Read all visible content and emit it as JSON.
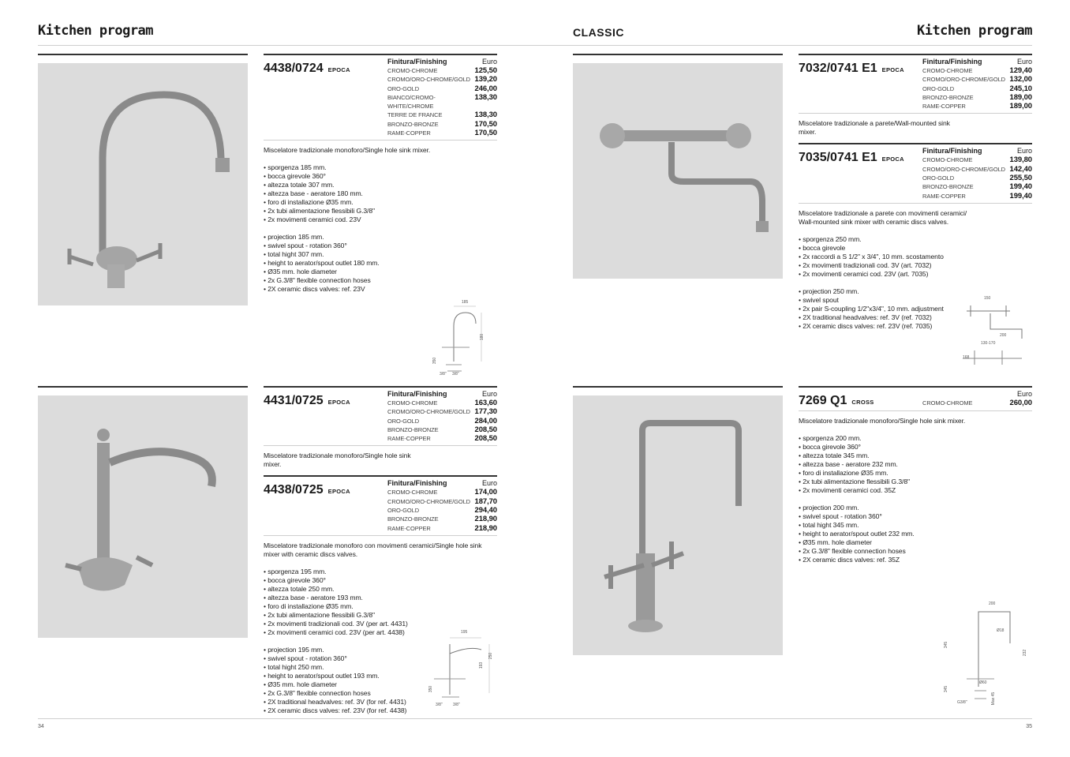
{
  "header": {
    "left_title": "Kitchen program",
    "brand": "CLASSIC",
    "right_title": "Kitchen program"
  },
  "footer": {
    "left_page": "34",
    "right_page": "35"
  },
  "table_headers": {
    "finish": "Finitura/Finishing",
    "currency": "Euro"
  },
  "columns": [
    [
      {
        "code": "4438/0724",
        "line": "EPOCA",
        "finishes": [
          [
            "CROMO-CHROME",
            "125,50"
          ],
          [
            "CROMO/ORO-CHROME/GOLD",
            "139,20"
          ],
          [
            "ORO-GOLD",
            "246,00"
          ],
          [
            "BIANCO/CROMO-WHITE/CHROME",
            "138,30"
          ],
          [
            "TERRE DE FRANCE",
            "138,30"
          ],
          [
            "BRONZO-BRONZE",
            "170,50"
          ],
          [
            "RAME-COPPER",
            "170,50"
          ]
        ],
        "description": [
          [
            "Miscelatore tradizionale monoforo/Single hole sink mixer."
          ],
          [
            "• sporgenza 185 mm.",
            "• bocca girevole 360°",
            "• altezza totale 307 mm.",
            "• altezza base - aeratore 180 mm.",
            "• foro di installazione Ø35 mm.",
            "• 2x tubi alimentazione flessibili G.3/8\"",
            "• 2x movimenti ceramici cod. 23V"
          ],
          [
            "• projection 185 mm.",
            "• swivel spout - rotation 360°",
            "• total hight 307  mm.",
            "• height to aerator/spout outlet 180 mm.",
            "• Ø35 mm. hole diameter",
            "• 2x G.3/8\" flexible connection hoses",
            "• 2X ceramic discs valves: ref. 23V"
          ]
        ]
      }
    ],
    [
      {
        "code": "4431/0725",
        "line": "EPOCA",
        "finishes": [
          [
            "CROMO-CHROME",
            "163,60"
          ],
          [
            "CROMO/ORO-CHROME/GOLD",
            "177,30"
          ],
          [
            "ORO-GOLD",
            "284,00"
          ],
          [
            "BRONZO-BRONZE",
            "208,50"
          ],
          [
            "RAME-COPPER",
            "208,50"
          ]
        ],
        "description": [
          [
            "Miscelatore tradizionale monoforo/Single hole sink mixer."
          ]
        ]
      },
      {
        "code": "4438/0725",
        "line": "EPOCA",
        "finishes": [
          [
            "CROMO-CHROME",
            "174,00"
          ],
          [
            "CROMO/ORO-CHROME/GOLD",
            "187,70"
          ],
          [
            "ORO-GOLD",
            "294,40"
          ],
          [
            "BRONZO-BRONZE",
            "218,90"
          ],
          [
            "RAME-COPPER",
            "218,90"
          ]
        ],
        "description": [
          [
            "Miscelatore tradizionale monoforo con movimenti ceramici/Single hole sink mixer with ceramic discs valves."
          ],
          [
            "• sporgenza 195 mm.",
            "• bocca girevole 360°",
            "• altezza totale 250 mm.",
            "• altezza base - aeratore 193 mm.",
            "• foro di installazione Ø35 mm.",
            "• 2x tubi alimentazione flessibili G.3/8\"",
            "• 2x movimenti tradizionali cod. 3V (per art. 4431)",
            "• 2x movimenti ceramici cod. 23V (per art. 4438)"
          ],
          [
            "• projection 195 mm.",
            "• swivel spout - rotation 360°",
            "• total hight 250 mm.",
            "• height to aerator/spout outlet 193 mm.",
            "• Ø35 mm. hole diameter",
            "• 2x G.3/8\" flexible connection hoses",
            "• 2X traditional headvalves: ref. 3V (for ref. 4431)",
            "• 2X ceramic discs valves: ref. 23V (for ref. 4438)"
          ]
        ]
      }
    ],
    [
      {
        "code": "7032/0741 E1",
        "line": "EPOCA",
        "finishes": [
          [
            "CROMO-CHROME",
            "129,40"
          ],
          [
            "CROMO/ORO-CHROME/GOLD",
            "132,00"
          ],
          [
            "ORO-GOLD",
            "245,10"
          ],
          [
            "BRONZO-BRONZE",
            "189,00"
          ],
          [
            "RAME-COPPER",
            "189,00"
          ]
        ],
        "description": [
          [
            "Miscelatore tradizionale a parete/Wall-mounted sink mixer."
          ]
        ]
      },
      {
        "code": "7035/0741 E1",
        "line": "EPOCA",
        "finishes": [
          [
            "CROMO-CHROME",
            "139,80"
          ],
          [
            "CROMO/ORO-CHROME/GOLD",
            "142,40"
          ],
          [
            "ORO-GOLD",
            "255,50"
          ],
          [
            "BRONZO-BRONZE",
            "199,40"
          ],
          [
            "RAME-COPPER",
            "199,40"
          ]
        ],
        "description": [
          [
            "Miscelatore tradizionale a parete con movimenti ceramici/",
            "Wall-mounted sink mixer with ceramic discs valves."
          ],
          [
            "• sporgenza 250 mm.",
            "• bocca girevole",
            "• 2x raccordi a S 1/2\" x 3/4\", 10 mm. scostamento",
            "• 2x movimenti tradizionali cod. 3V (art. 7032)",
            "• 2x movimenti ceramici cod. 23V (art. 7035)"
          ],
          [
            "• projection 250 mm.",
            "• swivel spout",
            "• 2x pair S-coupling 1/2\"x3/4\", 10 mm. adjustment",
            "• 2X traditional headvalves: ref. 3V (ref. 7032)",
            "• 2X ceramic discs valves: ref. 23V (ref. 7035)"
          ]
        ]
      }
    ],
    [
      {
        "code": "7269 Q1",
        "line": "CROSS",
        "inline": true,
        "finishes": [
          [
            "CROMO-CHROME",
            "260,00"
          ]
        ],
        "description": [
          [
            "Miscelatore tradizionale monoforo/Single hole sink mixer."
          ],
          [
            "• sporgenza 200 mm.",
            "• bocca girevole 360°",
            "• altezza totale 345 mm.",
            "• altezza base - aeratore 232 mm.",
            "• foro di installazione Ø35 mm.",
            "• 2x tubi alimentazione flessibili G.3/8\"",
            "• 2x movimenti ceramici cod. 35Z"
          ],
          [
            "• projection 200 mm.",
            "• swivel spout - rotation 360°",
            "• total hight 345 mm.",
            "• height to aerator/spout outlet 232 mm.",
            "• Ø35 mm. hole diameter",
            "• 2x G.3/8\" flexible connection hoses",
            "• 2X ceramic discs valves: ref. 35Z"
          ]
        ]
      }
    ]
  ],
  "diagrams": {
    "d1": [
      "185",
      "180",
      "3/8\"",
      "3/8\"",
      "350"
    ],
    "d2": [
      "195",
      "193",
      "250",
      "3/8\"",
      "3/8\"",
      "350"
    ],
    "d3": [
      "150",
      "200",
      "130-170",
      "168"
    ],
    "d4": [
      "200",
      "Ø18",
      "345",
      "232",
      "Ø60",
      "345",
      "G3/8\"",
      "Max 45"
    ]
  }
}
